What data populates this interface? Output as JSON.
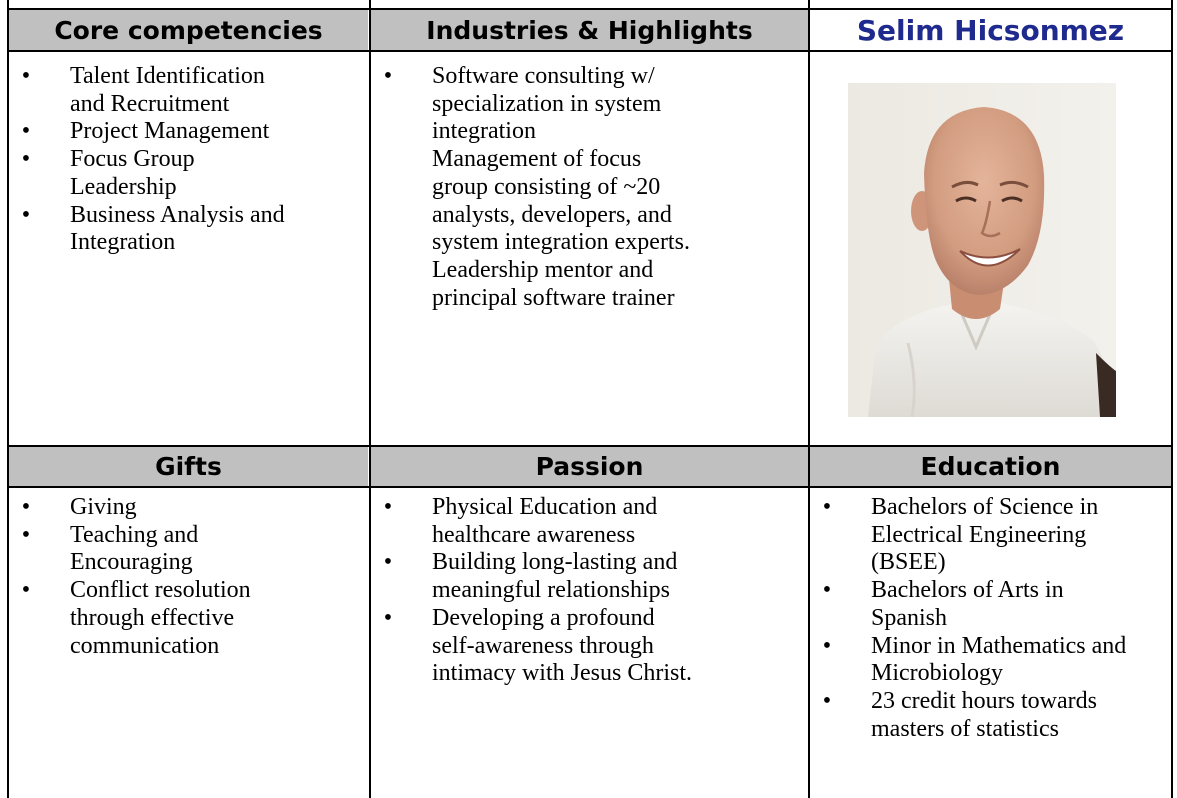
{
  "headers": {
    "core": "Core competencies",
    "industries": "Industries & Highlights",
    "name": "Selim Hicsonmez",
    "gifts": "Gifts",
    "passion": "Passion",
    "education": "Education"
  },
  "core": {
    "items": [
      [
        "Talent Identification",
        "and  Recruitment"
      ],
      [
        "Project Management"
      ],
      [
        "Focus Group",
        "Leadership"
      ],
      [
        "Business Analysis and",
        "Integration"
      ]
    ]
  },
  "industries": {
    "item": [
      "Software consulting w/",
      "specialization in system",
      "integration",
      "Management of focus",
      "group consisting of ~20",
      "analysts, developers, and",
      "system integration experts.",
      "Leadership mentor and",
      "principal software trainer"
    ]
  },
  "gifts": {
    "items": [
      [
        "Giving"
      ],
      [
        "Teaching and",
        "Encouraging"
      ],
      [
        "Conflict resolution",
        "through effective",
        "communication"
      ]
    ]
  },
  "passion": {
    "items": [
      [
        "Physical Education and",
        "healthcare awareness"
      ],
      [
        "Building long-lasting and",
        "meaningful relationships"
      ],
      [
        "Developing a profound",
        "self-awareness through",
        "intimacy with Jesus Christ."
      ]
    ]
  },
  "education": {
    "items": [
      [
        "Bachelors of Science in",
        "Electrical Engineering",
        "(BSEE)"
      ],
      [
        "Bachelors of Arts in",
        "Spanish"
      ],
      [
        "Minor in Mathematics and",
        "Microbiology"
      ],
      [
        "23 credit hours towards",
        "masters of statistics"
      ]
    ]
  },
  "bullet": "•",
  "colors": {
    "header_bg": "#c0c0c0",
    "name_color": "#1f2a8e",
    "border": "#000000"
  }
}
